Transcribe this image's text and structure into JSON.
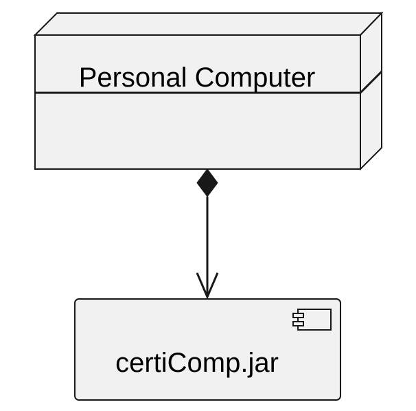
{
  "diagram": {
    "node": {
      "label": "Personal Computer",
      "fill": "#f1f1f1",
      "stroke": "#181818"
    },
    "component": {
      "label": "certiComp.jar",
      "icon": "component-icon",
      "fill": "#f1f1f1",
      "stroke": "#181818"
    },
    "edge": {
      "source_end": "filled-diamond",
      "target_end": "open-arrow",
      "color": "#181818"
    }
  }
}
